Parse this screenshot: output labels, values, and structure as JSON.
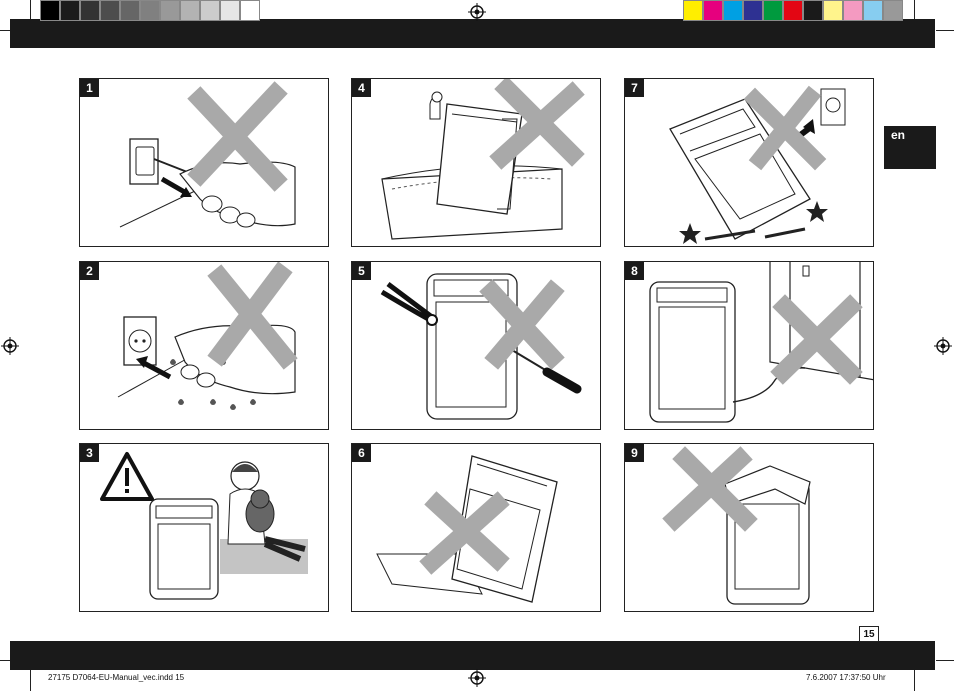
{
  "language_tab": "en",
  "page_number": "15",
  "footer": {
    "file_label": "27175 D7064-EU-Manual_vec.indd   15",
    "timestamp": "7.6.2007   17:37:50 Uhr"
  },
  "panels": [
    {
      "number": "1"
    },
    {
      "number": "2"
    },
    {
      "number": "3"
    },
    {
      "number": "4"
    },
    {
      "number": "5"
    },
    {
      "number": "6"
    },
    {
      "number": "7"
    },
    {
      "number": "8"
    },
    {
      "number": "9"
    }
  ],
  "colors": {
    "band": "#1a1a1a",
    "cross": "#a9a9a9",
    "grayscale_bar": [
      "#000000",
      "#1c1c1c",
      "#333333",
      "#4d4d4d",
      "#666666",
      "#808080",
      "#999999",
      "#b3b3b3",
      "#cccccc",
      "#e6e6e6",
      "#ffffff"
    ],
    "color_bar": [
      "#ffee00",
      "#e6007e",
      "#00a0e3",
      "#2e3192",
      "#009a3e",
      "#e30613",
      "#1a1a1a",
      "#fff48c",
      "#f49ac1",
      "#87cdf0",
      "#999999"
    ]
  }
}
